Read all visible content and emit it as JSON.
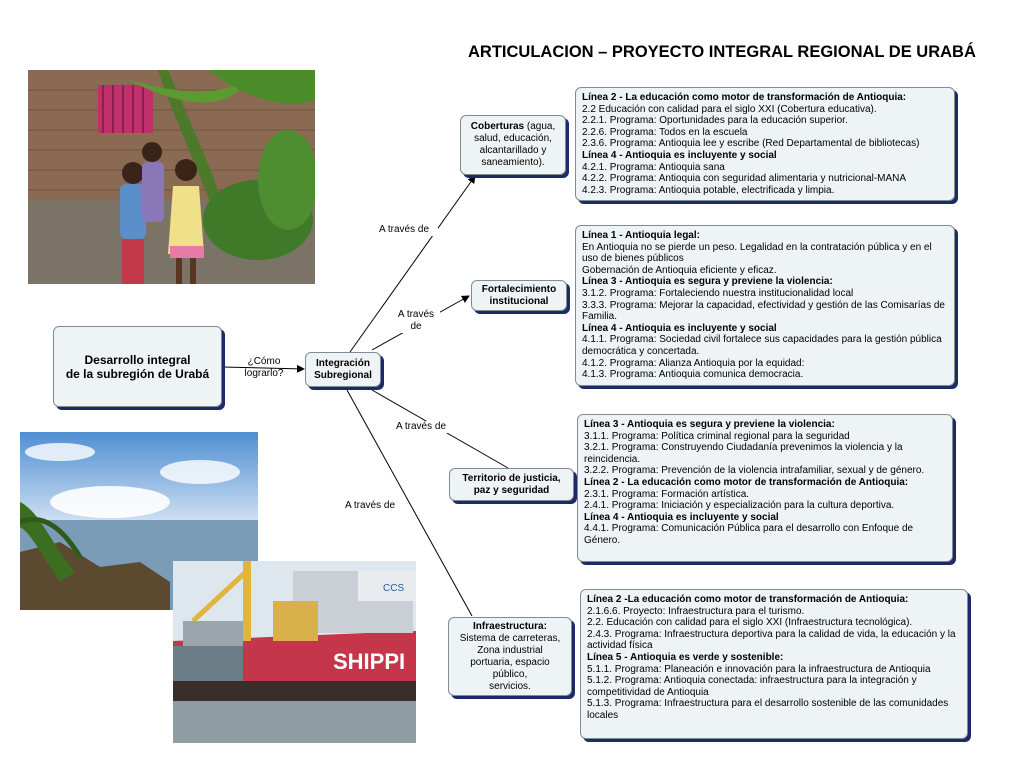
{
  "title": "ARTICULACION – PROYECTO INTEGRAL REGIONAL DE URABÁ",
  "root": {
    "text": "Desarrollo integral de la subregión de Urabá",
    "line1": "Desarrollo integral",
    "line2": "de la subregión de Urabá"
  },
  "how_label": {
    "line1": "¿Cómo",
    "line2": "lograrlo?"
  },
  "center": {
    "line1": "Integración",
    "line2": "Subregional"
  },
  "edge_labels": {
    "e1": "A través de",
    "e2a": "A través",
    "e2b": "de",
    "e3": "A través de",
    "e4": "A través de"
  },
  "branches": {
    "coberturas": {
      "bold": "Coberturas",
      "rest": " (agua, salud, educación, alcantarillado y saneamiento)."
    },
    "fortalecimiento": {
      "line1": "Fortalecimiento",
      "line2": "institucional"
    },
    "territorio": {
      "line1": "Territorio de justicia,",
      "line2": "paz y seguridad"
    },
    "infraestructura": {
      "bold": "Infraestructura:",
      "l1": "Sistema de carreteras,",
      "l2": "Zona industrial",
      "l3": "portuaria, espacio",
      "l4": "público,",
      "l5": "servicios."
    }
  },
  "details": {
    "d1": [
      {
        "t": "Línea 2 - La educación como motor de transformación de Antioquia:",
        "b": true
      },
      {
        "t": "2.2 Educación con calidad para el siglo XXI (Cobertura educativa).",
        "b": false
      },
      {
        "t": "2.2.1. Programa: Oportunidades para la educación superior.",
        "b": false
      },
      {
        "t": "2.2.6. Programa: Todos en la escuela",
        "b": false
      },
      {
        "t": "2.3.6. Programa: Antioquia lee y escribe (Red Departamental de bibliotecas)",
        "b": false
      },
      {
        "t": "Línea 4 - Antioquia es incluyente y social",
        "b": true
      },
      {
        "t": "4.2.1. Programa: Antioquia sana",
        "b": false
      },
      {
        "t": "4.2.2. Programa: Antioquia con seguridad alimentaria y nutricional-MANA",
        "b": false
      },
      {
        "t": "4.2.3. Programa: Antioquia potable, electrificada y limpia.",
        "b": false
      }
    ],
    "d2": [
      {
        "t": "Línea 1 - Antioquia legal:",
        "b": true
      },
      {
        "t": "En Antioquia no se pierde un peso. Legalidad en la contratación pública y en el uso de bienes públicos",
        "b": false
      },
      {
        "t": "Gobernación de Antioquia eficiente y eficaz.",
        "b": false
      },
      {
        "t": "Línea 3 - Antioquia es segura y previene la violencia:",
        "b": true
      },
      {
        "t": "3.1.2. Programa: Fortaleciendo nuestra institucionalidad local",
        "b": false
      },
      {
        "t": "3.3.3. Programa: Mejorar la capacidad, efectividad y gestión de las Comisarías de Familia.",
        "b": false
      },
      {
        "t": "Línea 4 - Antioquia es incluyente y social",
        "b": true
      },
      {
        "t": "4.1.1. Programa: Sociedad civil fortalece sus capacidades para la gestión pública democrática y concertada.",
        "b": false
      },
      {
        "t": "4.1.2. Programa: Alianza Antioquia por la equidad:",
        "b": false
      },
      {
        "t": "4.1.3. Programa: Antioquia comunica democracia.",
        "b": false
      }
    ],
    "d3": [
      {
        "t": "Línea 3 - Antioquia es segura y previene la violencia:",
        "b": true
      },
      {
        "t": "3.1.1. Programa: Política criminal regional para la seguridad",
        "b": false
      },
      {
        "t": "3.2.1. Programa: Construyendo Ciudadanía prevenimos la violencia y la reincidencia.",
        "b": false
      },
      {
        "t": "3.2.2. Programa: Prevención de la violencia intrafamiliar, sexual y de género.",
        "b": false
      },
      {
        "t": "Línea 2 - La educación como motor de transformación de Antioquia:",
        "b": true
      },
      {
        "t": "2.3.1. Programa: Formación artística.",
        "b": false
      },
      {
        "t": "2.4.1. Programa: Iniciación y especialización para la cultura deportiva.",
        "b": false
      },
      {
        "t": "Línea 4 - Antioquia es incluyente y social",
        "b": true
      },
      {
        "t": "4.4.1. Programa: Comunicación Pública para el desarrollo con Enfoque de Género.",
        "b": false
      }
    ],
    "d4": [
      {
        "t": "Línea 2 -La educación como motor de transformación de Antioquia:",
        "b": true
      },
      {
        "t": "2.1.6.6. Proyecto: Infraestructura para el turismo.",
        "b": false
      },
      {
        "t": "2.2. Educación con calidad para el siglo XXI (Infraestructura tecnológica).",
        "b": false
      },
      {
        "t": "2.4.3. Programa: Infraestructura deportiva para la calidad de vida, la educación y la actividad física",
        "b": false
      },
      {
        "t": "Línea 5 - Antioquia es verde y sostenible:",
        "b": true
      },
      {
        "t": "5.1.1. Programa: Planeación e innovación para la infraestructura de Antioquia",
        "b": false
      },
      {
        "t": "5.1.2. Programa: Antioquia conectada: infraestructura para la integración y competitividad de Antioquia",
        "b": false
      },
      {
        "t": "5.1.3. Programa: Infraestructura para el desarrollo  sostenible  de las comunidades  locales",
        "b": false
      }
    ]
  },
  "photo_text": {
    "ship": "SHIPPI",
    "ccs": "CCS"
  }
}
